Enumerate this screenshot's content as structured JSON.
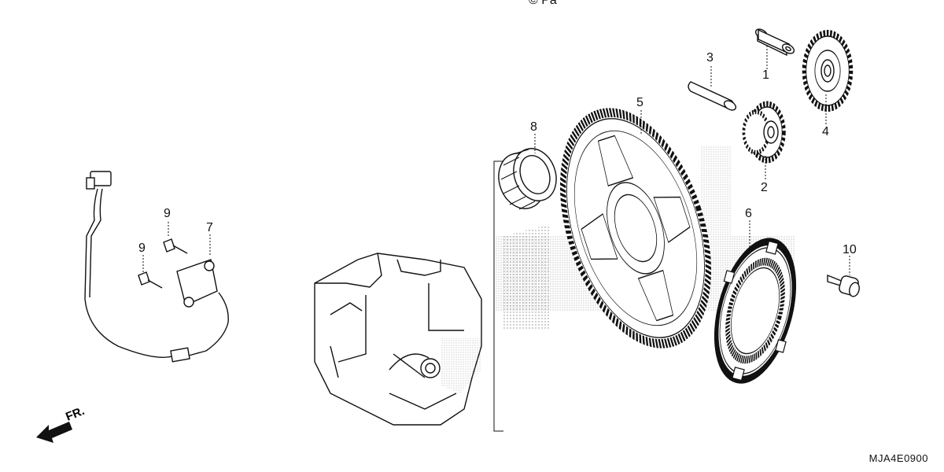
{
  "header": {
    "partial_text": "© Pa"
  },
  "callouts": [
    {
      "id": "1",
      "label": "1"
    },
    {
      "id": "2",
      "label": "2"
    },
    {
      "id": "3",
      "label": "3"
    },
    {
      "id": "4",
      "label": "4"
    },
    {
      "id": "5",
      "label": "5"
    },
    {
      "id": "6",
      "label": "6"
    },
    {
      "id": "7",
      "label": "7"
    },
    {
      "id": "8",
      "label": "8"
    },
    {
      "id": "9a",
      "label": "9"
    },
    {
      "id": "9b",
      "label": "9"
    },
    {
      "id": "10",
      "label": "10"
    }
  ],
  "arrow": {
    "label": "FR."
  },
  "diagram_code": "MJA4E0900"
}
